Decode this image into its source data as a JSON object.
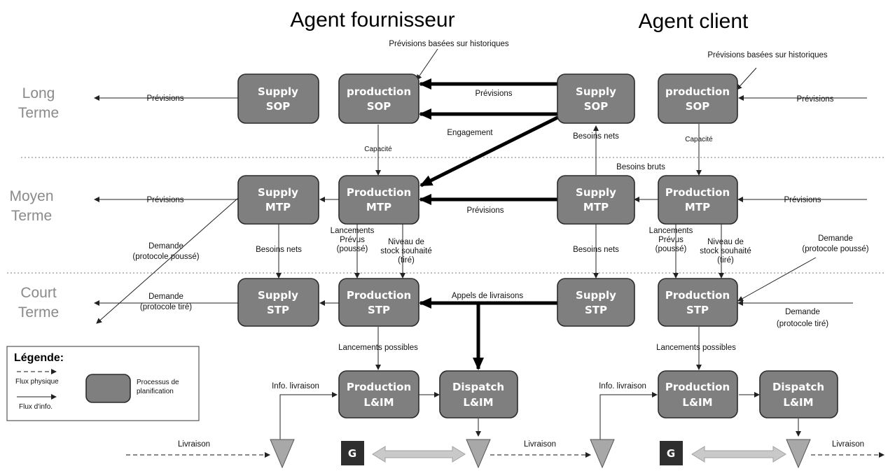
{
  "headings": {
    "supplier": "Agent fournisseur",
    "client": "Agent client"
  },
  "horizons": {
    "long": [
      "Long",
      "Terme"
    ],
    "medium": [
      "Moyen",
      "Terme"
    ],
    "short": [
      "Court",
      "Terme"
    ]
  },
  "boxes": {
    "supplier_supply_sop": [
      "Supply",
      "SOP"
    ],
    "supplier_production_sop": [
      "production",
      "SOP"
    ],
    "client_supply_sop": [
      "Supply",
      "SOP"
    ],
    "client_production_sop": [
      "production",
      "SOP"
    ],
    "supplier_supply_mtp": [
      "Supply",
      "MTP"
    ],
    "supplier_production_mtp": [
      "Production",
      "MTP"
    ],
    "client_supply_mtp": [
      "Supply",
      "MTP"
    ],
    "client_production_mtp": [
      "Production",
      "MTP"
    ],
    "supplier_supply_stp": [
      "Supply",
      "STP"
    ],
    "supplier_production_stp": [
      "Production",
      "STP"
    ],
    "client_supply_stp": [
      "Supply",
      "STP"
    ],
    "client_production_stp": [
      "Production",
      "STP"
    ],
    "supplier_production_lim": [
      "Production",
      "L&IM"
    ],
    "supplier_dispatch_lim": [
      "Dispatch",
      "L&IM"
    ],
    "client_production_lim": [
      "Production",
      "L&IM"
    ],
    "client_dispatch_lim": [
      "Dispatch",
      "L&IM"
    ]
  },
  "labels": {
    "hist_forecast_supplier": "Prévisions basées sur historiques",
    "hist_forecast_client": "Prévisions basées sur historiques",
    "forecasts_long_out": "Prévisions",
    "forecasts_sop_link": "Prévisions",
    "forecasts_client_long_in": "Prévisions",
    "engagement": "Engagement",
    "capacity_supplier": "Capacité",
    "capacity_client": "Capacité",
    "net_needs_sop": "Besoins nets",
    "gross_needs": "Besoins bruts",
    "forecasts_medium_out": "Prévisions",
    "forecasts_mtp_link": "Prévisions",
    "forecasts_client_medium_in": "Prévisions",
    "demand_pushed_supplier": [
      "Demande",
      "(protocole  poussé)"
    ],
    "net_needs_supplier_mtp": "Besoins nets",
    "planned_launches_supplier": [
      "Lancements",
      "Prévus",
      "(poussé)"
    ],
    "stock_level_supplier": [
      "Niveau de",
      "stock souhaité",
      "(tiré)"
    ],
    "net_needs_client_mtp": "Besoins nets",
    "planned_launches_client": [
      "Lancements",
      "Prévus",
      "(poussé)"
    ],
    "stock_level_client": [
      "Niveau de",
      "stock souhaité",
      "(tiré)"
    ],
    "demand_pushed_client": [
      "Demande",
      "(protocole  poussé)"
    ],
    "demand_pulled_supplier": [
      "Demande",
      "(protocole tiré)"
    ],
    "delivery_calls": "Appels de livraisons",
    "demand_pulled_client": [
      "Demande",
      "(protocole  tiré)"
    ],
    "possible_launches_supplier": "Lancements possibles",
    "possible_launches_client": "Lancements possibles",
    "delivery_info_supplier": "Info. livraison",
    "delivery_info_client": "Info. livraison",
    "delivery_1": "Livraison",
    "delivery_2": "Livraison",
    "delivery_3": "Livraison"
  },
  "legend": {
    "title": "Légende:",
    "physical_flow": "Flux physique",
    "info_flow": "Flux d'info.",
    "process": [
      "Processus de",
      "planification"
    ]
  },
  "g_label": "G"
}
